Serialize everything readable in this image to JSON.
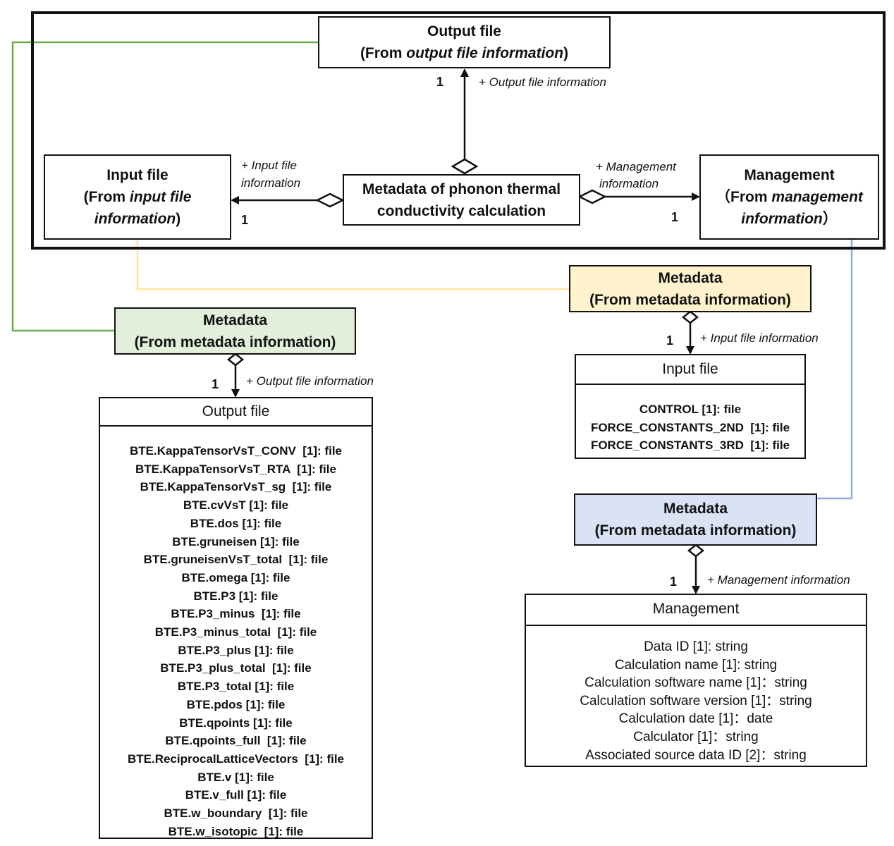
{
  "top": {
    "output": {
      "line1": "Output file",
      "line2_pre": "(From ",
      "line2_em": "output file information",
      "line2_post": ")"
    },
    "input": {
      "line1": "Input file",
      "line2_pre": "(From ",
      "line2_em": "input file",
      "line3_em": "information",
      "line3_post": ")"
    },
    "center": {
      "line1": "Metadata of phonon thermal",
      "line2": "conductivity calculation"
    },
    "management": {
      "line1": "Management",
      "line2_pre": "（From ",
      "line2_em": "management",
      "line3_em": "information",
      "line3_post": "）"
    }
  },
  "labels": {
    "output_info": "+ Output file information",
    "input_info_1": "+ Input file",
    "input_info_2": "information",
    "mgmt_info_1": "+ Management",
    "mgmt_info_2": "information",
    "one": "1"
  },
  "metadata": {
    "line1": "Metadata",
    "line2": "(From metadata information)"
  },
  "sub_labels": {
    "output": "+ Output file information",
    "input": "+ Input file information",
    "management": "+ Management information"
  },
  "output_class": {
    "title": "Output file",
    "items": [
      "BTE.KappaTensorVsT_CONV  [1]: file",
      "BTE.KappaTensorVsT_RTA  [1]: file",
      "BTE.KappaTensorVsT_sg  [1]: file",
      "BTE.cvVsT [1]: file",
      "BTE.dos [1]: file",
      "BTE.gruneisen [1]: file",
      "BTE.gruneisenVsT_total  [1]: file",
      "BTE.omega [1]: file",
      "BTE.P3 [1]: file",
      "BTE.P3_minus  [1]: file",
      "BTE.P3_minus_total  [1]: file",
      "BTE.P3_plus [1]: file",
      "BTE.P3_plus_total  [1]: file",
      "BTE.P3_total [1]: file",
      "BTE.pdos [1]: file",
      "BTE.qpoints [1]: file",
      "BTE.qpoints_full  [1]: file",
      "BTE.ReciprocalLatticeVectors  [1]: file",
      "BTE.v [1]: file",
      "BTE.v_full [1]: file",
      "BTE.w_boundary  [1]: file",
      "BTE.w_isotopic  [1]: file"
    ]
  },
  "input_class": {
    "title": "Input file",
    "items": [
      "CONTROL [1]: file",
      "FORCE_CONSTANTS_2ND  [1]: file",
      "FORCE_CONSTANTS_3RD  [1]: file"
    ]
  },
  "management_class": {
    "title": "Management",
    "items": [
      "Data ID [1]: string",
      "Calculation name [1]: string",
      "Calculation software name [1]：string",
      "Calculation software version [1]：string",
      "Calculation date [1]：date",
      "Calculator [1]：string",
      "Associated source data ID [2]：string"
    ]
  },
  "colors": {
    "green_line": "#70ad47",
    "yellow_line": "#ffe699",
    "blue_line": "#8faadc",
    "green_fill": "#e2efda",
    "yellow_fill": "#fff2cc",
    "blue_fill": "#dae3f3"
  }
}
